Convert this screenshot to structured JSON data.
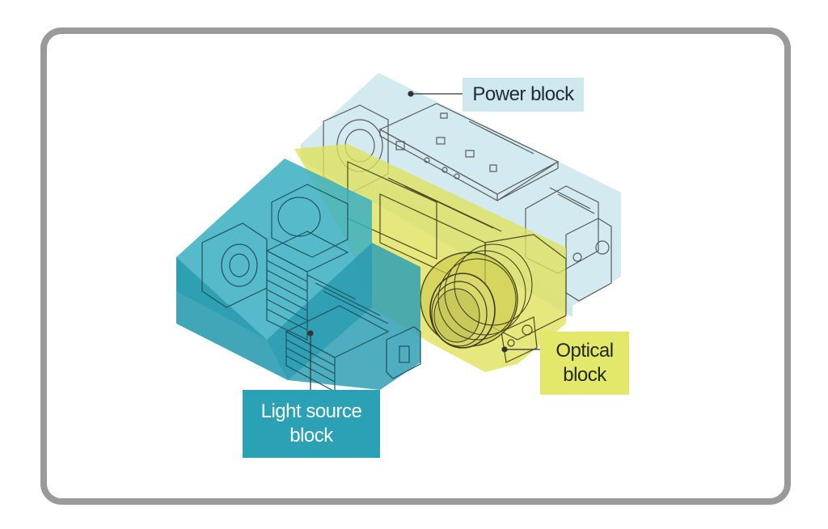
{
  "labels": {
    "power_block": "Power block",
    "optical_block_line1": "Optical",
    "optical_block_line2": "block",
    "light_source_block_line1": "Light source",
    "light_source_block_line2": "block"
  },
  "colors": {
    "frame_border": "#9a9a9a",
    "power_block_fill": "#cfe8ef",
    "optical_block_fill": "#e3e86a",
    "light_source_block_fill": "#2aa1b4",
    "line_art": "#4a4a4a"
  }
}
